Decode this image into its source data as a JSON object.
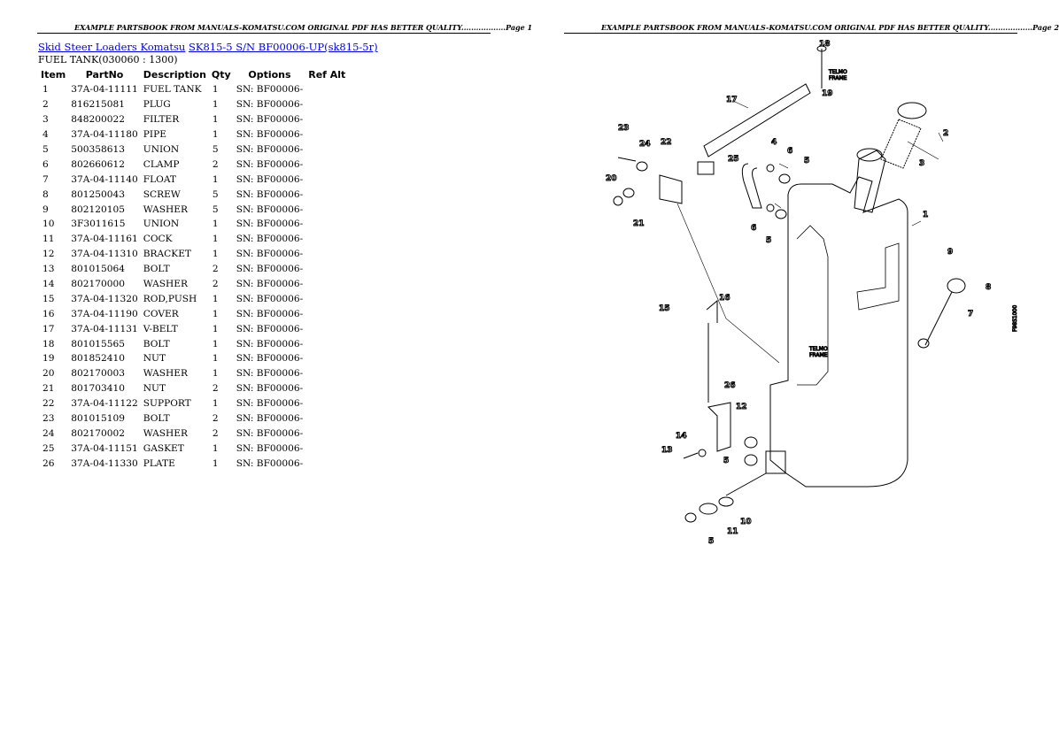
{
  "header": {
    "left": "EXAMPLE PARTSBOOK FROM MANUALS-KOMATSU.COM ORIGINAL PDF HAS BETTER QUALITY..................Page 1",
    "right": "EXAMPLE PARTSBOOK FROM MANUALS-KOMATSU.COM ORIGINAL PDF HAS BETTER QUALITY..................Page 2"
  },
  "breadcrumb": {
    "link1": "Skid Steer Loaders Komatsu",
    "link2": "SK815-5 S/N BF00006-UP(sk815-5r)"
  },
  "subtitle": "FUEL TANK(030060 : 1300)",
  "table": {
    "columns": [
      "Item",
      "PartNo",
      "Description",
      "Qty",
      "Options",
      "Ref Alt"
    ],
    "rows": [
      [
        "1",
        "37A-04-11111",
        "FUEL TANK",
        "1",
        "SN: BF00006-",
        ""
      ],
      [
        "2",
        "816215081",
        "PLUG",
        "1",
        "SN: BF00006-",
        ""
      ],
      [
        "3",
        "848200022",
        "FILTER",
        "1",
        "SN: BF00006-",
        ""
      ],
      [
        "4",
        "37A-04-11180",
        "PIPE",
        "1",
        "SN: BF00006-",
        ""
      ],
      [
        "5",
        "500358613",
        "UNION",
        "5",
        "SN: BF00006-",
        ""
      ],
      [
        "6",
        "802660612",
        "CLAMP",
        "2",
        "SN: BF00006-",
        ""
      ],
      [
        "7",
        "37A-04-11140",
        "FLOAT",
        "1",
        "SN: BF00006-",
        ""
      ],
      [
        "8",
        "801250043",
        "SCREW",
        "5",
        "SN: BF00006-",
        ""
      ],
      [
        "9",
        "802120105",
        "WASHER",
        "5",
        "SN: BF00006-",
        ""
      ],
      [
        "10",
        "3F3011615",
        "UNION",
        "1",
        "SN: BF00006-",
        ""
      ],
      [
        "11",
        "37A-04-11161",
        "COCK",
        "1",
        "SN: BF00006-",
        ""
      ],
      [
        "12",
        "37A-04-11310",
        "BRACKET",
        "1",
        "SN: BF00006-",
        ""
      ],
      [
        "13",
        "801015064",
        "BOLT",
        "2",
        "SN: BF00006-",
        ""
      ],
      [
        "14",
        "802170000",
        "WASHER",
        "2",
        "SN: BF00006-",
        ""
      ],
      [
        "15",
        "37A-04-11320",
        "ROD,PUSH",
        "1",
        "SN: BF00006-",
        ""
      ],
      [
        "16",
        "37A-04-11190",
        "COVER",
        "1",
        "SN: BF00006-",
        ""
      ],
      [
        "17",
        "37A-04-11131",
        "V-BELT",
        "1",
        "SN: BF00006-",
        ""
      ],
      [
        "18",
        "801015565",
        "BOLT",
        "1",
        "SN: BF00006-",
        ""
      ],
      [
        "19",
        "801852410",
        "NUT",
        "1",
        "SN: BF00006-",
        ""
      ],
      [
        "20",
        "802170003",
        "WASHER",
        "1",
        "SN: BF00006-",
        ""
      ],
      [
        "21",
        "801703410",
        "NUT",
        "2",
        "SN: BF00006-",
        ""
      ],
      [
        "22",
        "37A-04-11122",
        "SUPPORT",
        "1",
        "SN: BF00006-",
        ""
      ],
      [
        "23",
        "801015109",
        "BOLT",
        "2",
        "SN: BF00006-",
        ""
      ],
      [
        "24",
        "802170002",
        "WASHER",
        "2",
        "SN: BF00006-",
        ""
      ],
      [
        "25",
        "37A-04-11151",
        "GASKET",
        "1",
        "SN: BF00006-",
        ""
      ],
      [
        "26",
        "37A-04-11330",
        "PLATE",
        "1",
        "SN: BF00006-",
        ""
      ]
    ]
  },
  "diagram": {
    "callouts": [
      "18",
      "19",
      "17",
      "2",
      "3",
      "23",
      "24",
      "22",
      "4",
      "6",
      "5",
      "25",
      "20",
      "21",
      "1",
      "6",
      "5",
      "9",
      "8",
      "7",
      "15",
      "16",
      "26",
      "12",
      "14",
      "13",
      "5",
      "10",
      "11",
      "5"
    ],
    "labels": {
      "telmo_frame_top_1": "TELMO",
      "telmo_frame_top_2": "FRAME",
      "telmo_frame_mid_1": "TELMO",
      "telmo_frame_mid_2": "FRAME",
      "figure_code": "F98S1000"
    }
  }
}
